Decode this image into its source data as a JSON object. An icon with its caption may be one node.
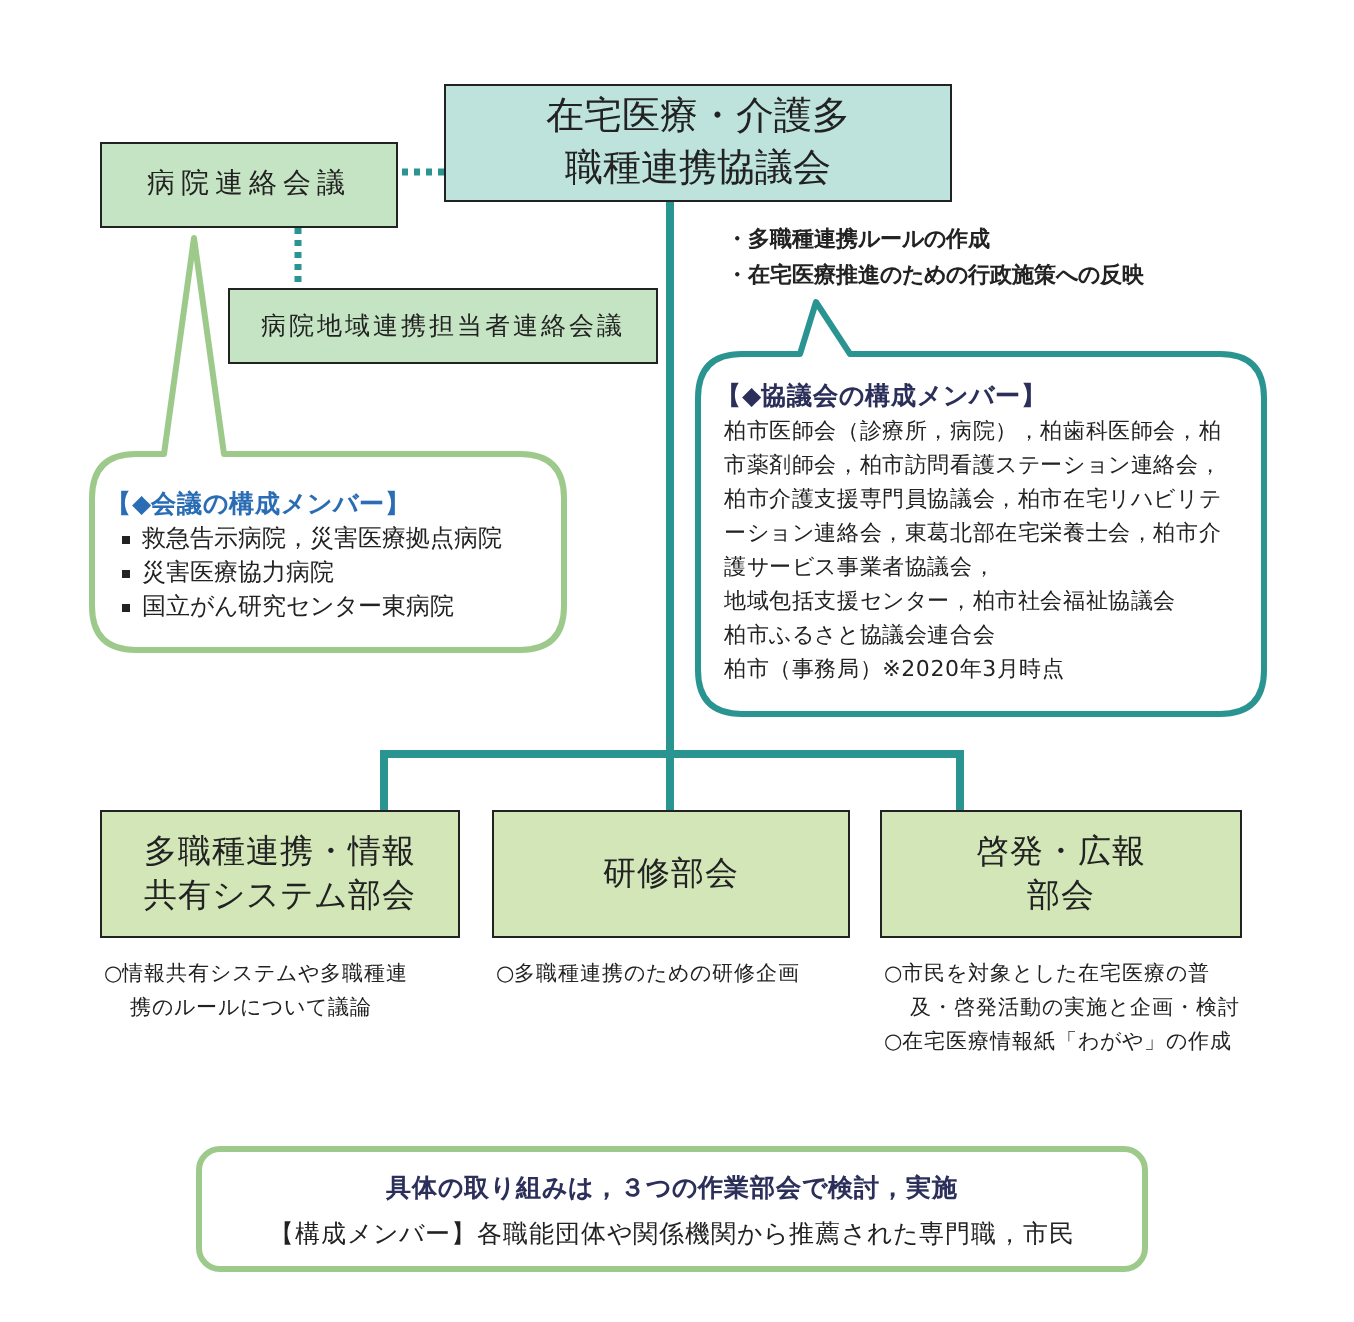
{
  "diagram": {
    "nodes": [
      {
        "text": [
          "在宅医療・介護多職種連携協議会"
        ]
      },
      {
        "text": [
          "病院連絡会議"
        ]
      },
      {
        "text": [
          "病院地域連携担当者連絡会議"
        ]
      },
      {
        "text": [
          "【◆会議の構成メンバー】",
          "救急告示病院，災害医療拠点病院",
          "災害医療協力病院",
          "国立がん研究センター東病院"
        ]
      },
      {
        "text": [
          "【◆協議会の構成メンバー】",
          "柏市医師会（診療所，病院），柏歯科医師会，柏市薬剤師会，柏市訪問看護ステーション連絡会，柏市介護支援専門員協議会，柏市在宅リハビリテーション連絡会，東葛北部在宅栄養士会，柏市介護サービス事業者協議会，",
          "地域包括支援センター，柏市社会福祉協議会",
          "柏市ふるさと協議会連合会",
          "柏市（事務局）※2020年3月時点"
        ]
      },
      {
        "text": [
          "多職種連携・情報共有システム部会"
        ],
        "beside": [
          "○情報共有システムや多職種連携のルールについて議論"
        ]
      },
      {
        "text": [
          "研修部会"
        ],
        "beside": [
          "○多職種連携のための研修企画"
        ]
      },
      {
        "text": [
          "啓発・広報部会"
        ],
        "beside": [
          "○市民を対象とした在宅医療の普及・啓発活動の実施と企画・検討",
          "○在宅医療情報紙「わがや」の作成"
        ]
      },
      {
        "text": [
          "具体の取り組みは，３つの作業部会で検討，実施",
          "【構成メンバー】各職能団体や関係機関から推薦された専門職，市民"
        ]
      }
    ],
    "edges": [
      {
        "from": 0,
        "to": 1,
        "arrow": "none",
        "style": "dashed"
      },
      {
        "from": 1,
        "to": 2,
        "arrow": "none",
        "style": "dashed"
      },
      {
        "from": 0,
        "to": 5,
        "arrow": "none"
      },
      {
        "from": 0,
        "to": 6,
        "arrow": "none"
      },
      {
        "from": 0,
        "to": 7,
        "arrow": "none"
      }
    ],
    "labels": [
      "・多職種連携ルールの作成",
      "・在宅医療推進のための行政施策への反映"
    ]
  }
}
